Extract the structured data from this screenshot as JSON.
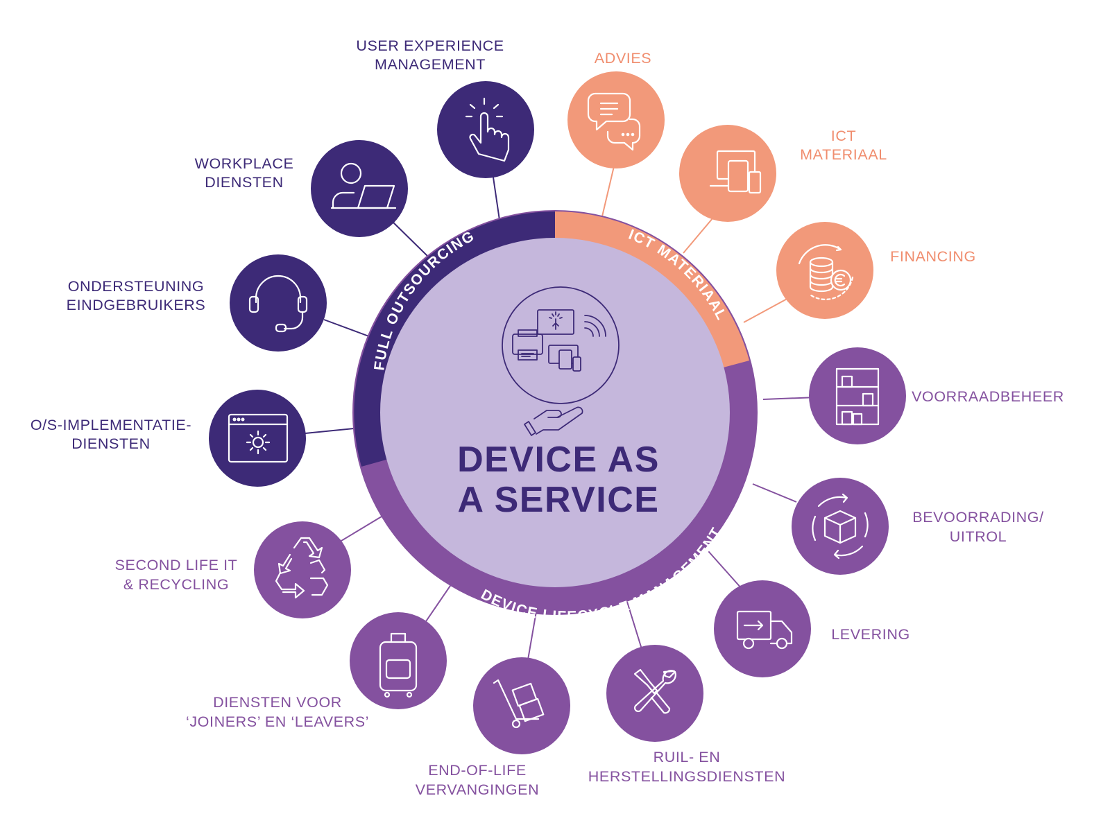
{
  "colors": {
    "dark": "#3d2a77",
    "peach": "#f2997a",
    "purple": "#84519f",
    "center_fill": "#c5b7dc",
    "peach_text": "#f08d6e",
    "purple_text": "#84519f"
  },
  "center": {
    "title_line1": "DEVICE AS",
    "title_line2": "A SERVICE"
  },
  "ring": {
    "full_outsourcing": "FULL OUTSOURCING",
    "ict_materiaal": "ICT MATERIAAL",
    "lifecycle": "DEVICE LIFECYCLE MANAGEMENT"
  },
  "services": {
    "ux": {
      "line1": "USER EXPERIENCE",
      "line2": "MANAGEMENT",
      "icon": "touch-icon"
    },
    "workplace": {
      "line1": "WORKPLACE",
      "line2": "DIENSTEN",
      "icon": "user-laptop-icon"
    },
    "support": {
      "line1": "ONDERSTEUNING",
      "line2": "EINDGEBRUIKERS",
      "icon": "headset-icon"
    },
    "os": {
      "line1": "O/S-IMPLEMENTATIE-",
      "line2": "DIENSTEN",
      "icon": "browser-gear-icon"
    },
    "advies": {
      "line1": "ADVIES",
      "icon": "chat-icon"
    },
    "ict": {
      "line1": "ICT",
      "line2": "MATERIAAL",
      "icon": "devices-icon"
    },
    "financing": {
      "line1": "FINANCING",
      "icon": "coins-euro-icon"
    },
    "stock": {
      "line1": "VOORRAADBEHEER",
      "icon": "shelves-icon"
    },
    "rollout": {
      "line1": "BEVOORRADING/",
      "line2": "UITROL",
      "icon": "box-cycle-icon"
    },
    "delivery": {
      "line1": "LEVERING",
      "icon": "truck-icon"
    },
    "repair": {
      "line1": "RUIL- EN",
      "line2": "HERSTELLINGSDIENSTEN",
      "icon": "tools-icon"
    },
    "eol": {
      "line1": "END-OF-LIFE",
      "line2": "VERVANGINGEN",
      "icon": "hand-truck-icon"
    },
    "joiners": {
      "line1": "DIENSTEN VOOR",
      "line2": "‘JOINERS’ EN ‘LEAVERS’",
      "icon": "suitcase-icon"
    },
    "recycling": {
      "line1": "SECOND LIFE IT",
      "line2": "& RECYCLING",
      "icon": "recycle-icon"
    }
  }
}
